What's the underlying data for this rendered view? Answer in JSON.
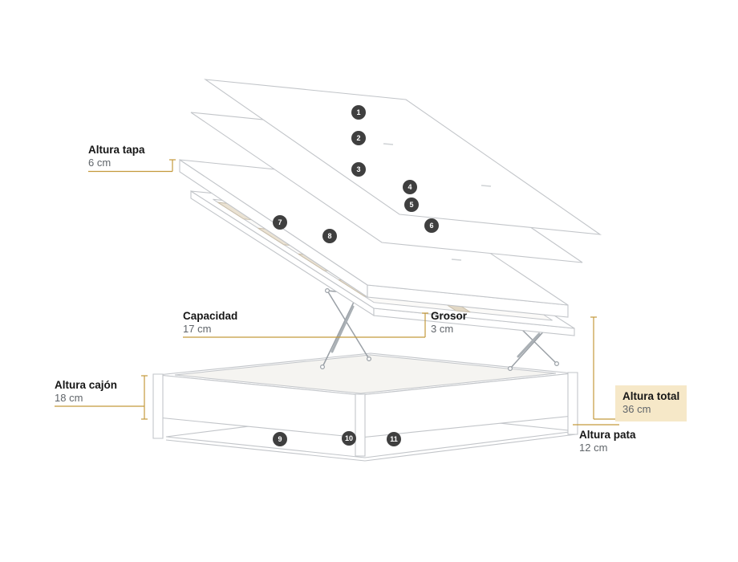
{
  "badges": [
    "1",
    "2",
    "3",
    "4",
    "5",
    "6",
    "7",
    "8",
    "9",
    "10",
    "11"
  ],
  "measurements": {
    "altura_tapa": {
      "label": "Altura tapa",
      "value": "6 cm"
    },
    "capacidad": {
      "label": "Capacidad",
      "value": "17 cm"
    },
    "grosor": {
      "label": "Grosor",
      "value": "3 cm"
    },
    "altura_cajon": {
      "label": "Altura cajón",
      "value": "18 cm"
    },
    "altura_total": {
      "label": "Altura total",
      "value": "36 cm"
    },
    "altura_pata": {
      "label": "Altura pata",
      "value": "12 cm"
    }
  },
  "colors": {
    "measure_line": "#C49A3C",
    "badge_bg": "#3F3F3F",
    "highlight_bg": "#F6E8C8",
    "diagram_stroke": "#C2C5C9",
    "slat_fill": "#EAE2D3"
  }
}
